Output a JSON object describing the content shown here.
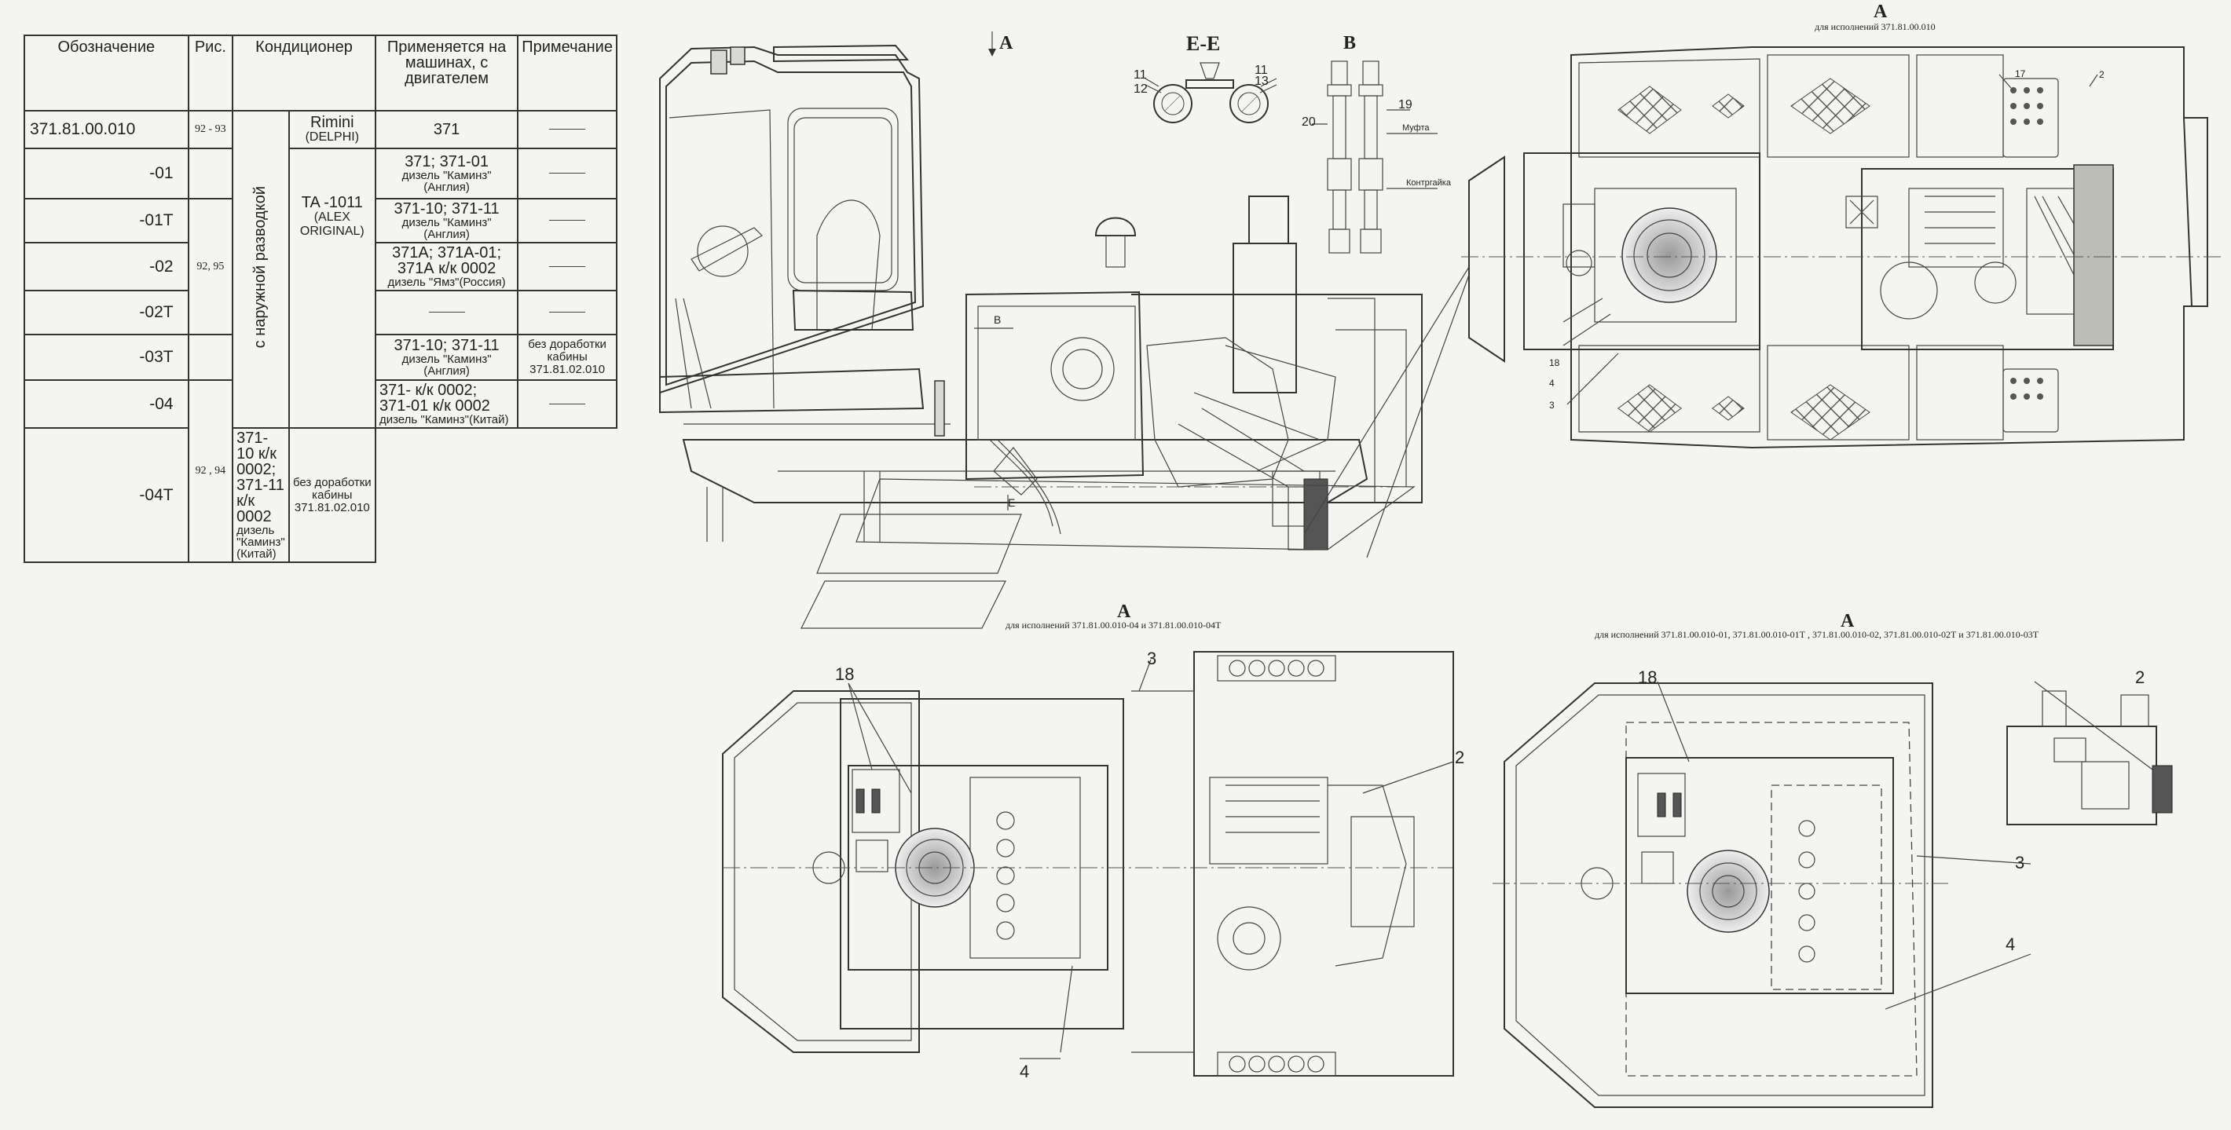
{
  "table": {
    "headers": {
      "designation": "Обозначение",
      "figure": "Рис.",
      "conditioner": "Кондиционер",
      "machines": "Применяется на машинах, с двигателем",
      "note": "Примечание"
    },
    "group_label": "с наружной разводкой",
    "conditioner_a": {
      "main": "Rimini",
      "sub": "(DELPHI)"
    },
    "conditioner_b": {
      "main": "TA -1011",
      "sub": "(ALEX ORIGINAL)"
    },
    "figs": {
      "f1": "92 - 93",
      "f2": "92, 95",
      "f3": "92 , 94"
    },
    "rows": [
      {
        "designation": "371.81.00.010",
        "m1": "371",
        "m2": "",
        "m3": "",
        "note": ""
      },
      {
        "designation": "-01",
        "m1": "371; 371-01",
        "m2": "дизель \"Каминз\"(Англия)",
        "m3": "",
        "note": ""
      },
      {
        "designation": "-01T",
        "m1": "371-10; 371-11",
        "m2": "дизель \"Каминз\"(Англия)",
        "m3": "",
        "note": ""
      },
      {
        "designation": "-02",
        "m1": "371А; 371А-01;",
        "m2": "371А к/к 0002",
        "m3": "дизель \"Ямз\"(Россия)",
        "note": ""
      },
      {
        "designation": "-02T",
        "m1": "",
        "m2": "",
        "m3": "",
        "note": ""
      },
      {
        "designation": "-03T",
        "m1": "371-10; 371-11",
        "m2": "дизель \"Каминз\"(Англия)",
        "m3": "",
        "note": "без доработки кабины 371.81.02.010"
      },
      {
        "designation": "-04",
        "m1": "371- к/к 0002;",
        "m2": "371-01 к/к 0002",
        "m3": "дизель \"Каминз\"(Китай)",
        "note": ""
      },
      {
        "designation": "-04T",
        "m1": "371-10 к/к 0002;",
        "m2": "371-11 к/к 0002",
        "m3": "дизель \"Каминз\"(Китай)",
        "note": "без доработки кабины 371.81.02.010"
      }
    ]
  },
  "views": {
    "side_arrow": "А",
    "side_b_arrow": "В",
    "section_ee": "Е-Е",
    "view_b": "В",
    "view_a1_title": "А",
    "view_a1_sub": "для исполнений 371.81.00.010",
    "view_a2_title": "А",
    "view_a2_sub": "для исполнений 371.81.00.010-04 и 371.81.00.010-04Т",
    "view_a3_title": "А",
    "view_a3_sub": "для исполнений 371.81.00.010-01, 371.81.00.010-01Т , 371.81.00.010-02, 371.81.00.010-02Т и 371.81.00.010-03Т",
    "label_coupling": "Муфта",
    "label_locknut": "Контргайка",
    "label_e": "Е"
  },
  "callouts": {
    "c11": "11",
    "c12": "12",
    "c13": "13",
    "c19": "19",
    "c20": "20",
    "c17": "17",
    "c2": "2",
    "c18": "18",
    "c4": "4",
    "c3": "3"
  }
}
